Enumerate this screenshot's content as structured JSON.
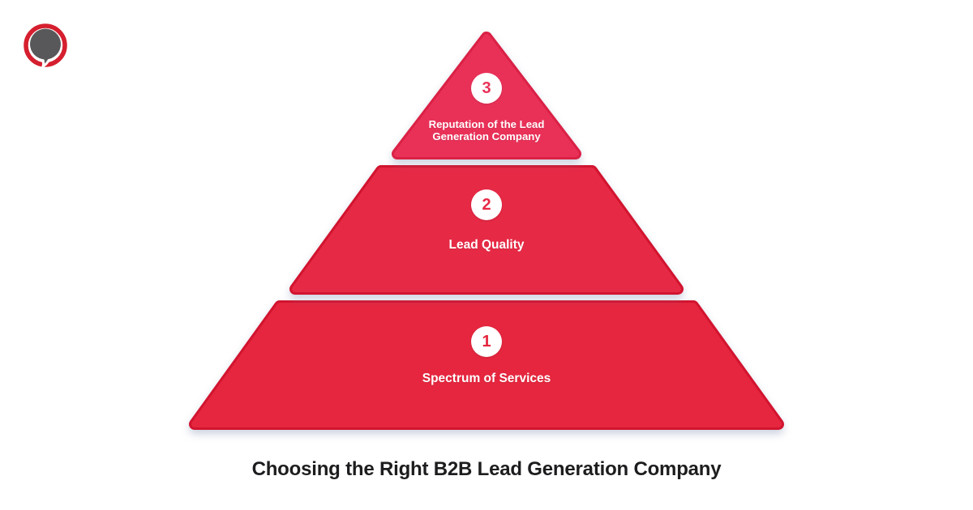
{
  "background_color": "#ffffff",
  "logo": {
    "icon": "speech-bubble-logo-icon",
    "ring_color": "#D51F2F",
    "bubble_color": "#58585A"
  },
  "pyramid": {
    "type": "pyramid-3-tiers",
    "label_color": "#ffffff",
    "badge_bg": "#ffffff",
    "tiers": [
      {
        "number": "1",
        "label": "Spectrum of Services",
        "fill": "#E5263E",
        "border": "#D2142F",
        "number_color": "#E5263E"
      },
      {
        "number": "2",
        "label": "Lead Quality",
        "fill": "#E62945",
        "border": "#D2142F",
        "number_color": "#E62945"
      },
      {
        "number": "3",
        "label": "Reputation of the Lead Generation Company",
        "fill": "#E93158",
        "border": "#DA2145",
        "number_color": "#E93158"
      }
    ]
  },
  "footer": {
    "title": "Choosing the Right B2B Lead Generation Company",
    "color": "#1D1D1F"
  }
}
